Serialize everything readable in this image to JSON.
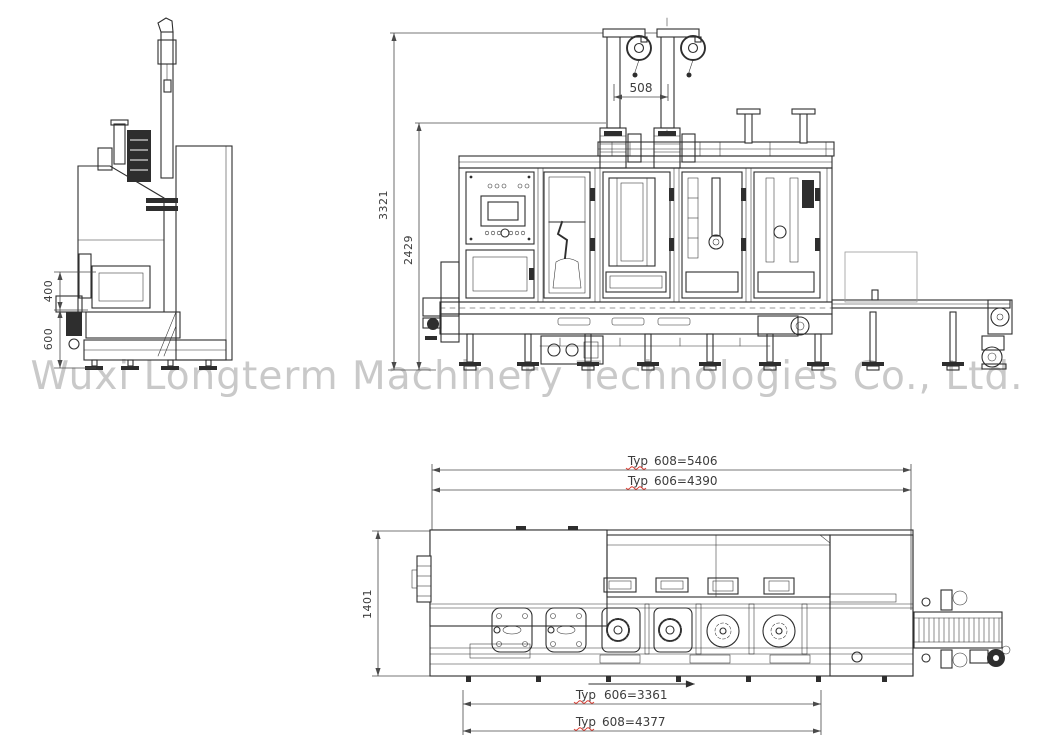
{
  "watermark": {
    "text": "Wuxi Longterm Machinery Technologies Co., Ltd."
  },
  "dims": {
    "side_upper": "400",
    "side_lower": "600",
    "front_height_total": "3321",
    "front_height_frame": "2429",
    "front_mast_gap": "508",
    "plan_top_outer": {
      "typ": "Typ",
      "value": "608=5406"
    },
    "plan_top_inner": {
      "typ": "Typ",
      "value": "606=4390"
    },
    "plan_depth": "1401",
    "plan_bottom_inner": {
      "typ": "Typ",
      "value": "606=3361"
    },
    "plan_bottom_outer": {
      "typ": "Typ",
      "value": "608=4377"
    }
  },
  "colors": {
    "line": "#2e2e2e",
    "dim_line": "#4a4a4a",
    "dim_text": "#3c3c3c",
    "watermark": "#c9c9c9",
    "spell": "#d93025",
    "ghost": "#9a9a9a"
  }
}
